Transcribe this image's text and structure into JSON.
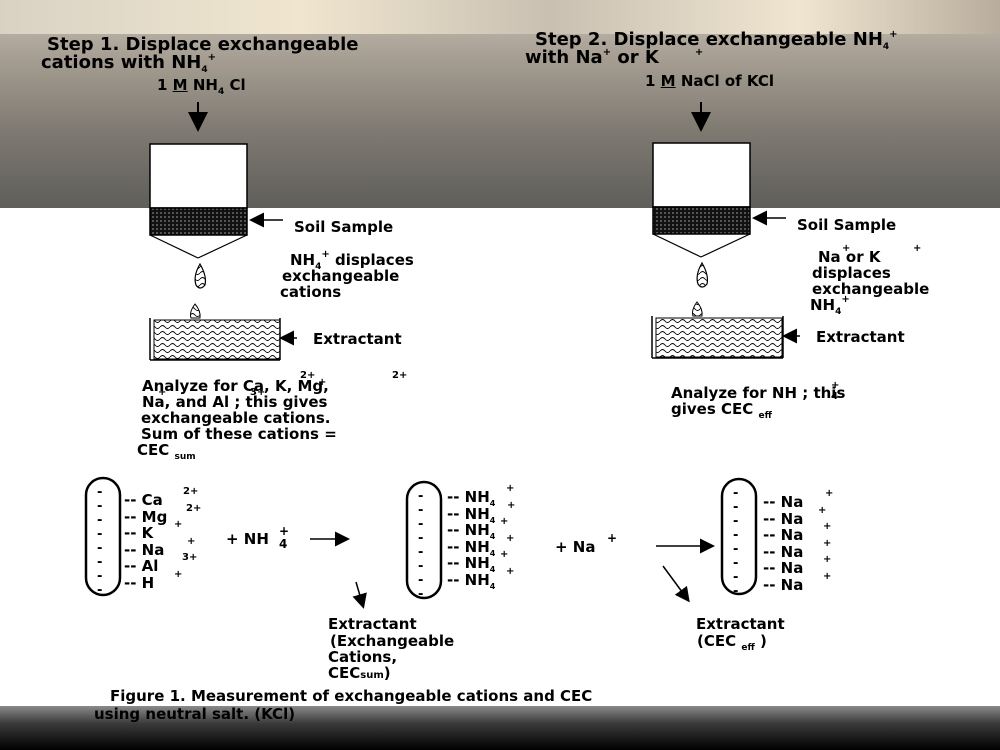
{
  "step1": {
    "line1": "Step 1. Displace exchangeable",
    "line2_main": "cations with NH",
    "line2_sub": "4",
    "line2_sup": "+",
    "reagent_num": "1",
    "reagent_unit": "M",
    "reagent_formula": "NH",
    "reagent_sub": "4",
    "reagent_rest": " Cl"
  },
  "step2": {
    "line1_main": "Step 2. Displace exchangeable NH",
    "line1_sub": "4",
    "line1_sup": "+",
    "line2_a": "with Na",
    "line2_plus1": "+",
    "line2_b": "or K",
    "line2_plus2": "+",
    "reagent_num": "1",
    "reagent_unit": "M",
    "reagent_rest": " NaCl of KCl"
  },
  "left_apparatus": {
    "soil_label": "Soil Sample",
    "displace_nh": "NH",
    "displace_sub": "4",
    "displace_sup": "+",
    "displace_rest": " displaces",
    "displace_l2": "exchangeable",
    "displace_l3": "cations",
    "extractant_label": "Extractant",
    "analyze_l1": "Analyze for  Ca,   K,  Mg,",
    "analyze_sup_ca": "2+",
    "analyze_sup_k": "+",
    "analyze_sup_mg": "2+",
    "analyze_l2": "Na,  and Al   ; this gives",
    "analyze_sup_na": "+",
    "analyze_sup_al": "3+",
    "analyze_l3": "exchangeable cations.",
    "analyze_l4": "Sum of these cations =",
    "analyze_l5": "CEC",
    "analyze_l5_sub": "sum"
  },
  "right_apparatus": {
    "soil_label": "Soil Sample",
    "displace_l1": "Na  or K",
    "displace_sup1": "+",
    "displace_sup2": "+",
    "displace_l2": "displaces",
    "displace_l3": "exchangeable",
    "displace_l4": "NH",
    "displace_l4_sub": "4",
    "displace_l4_sup": "+",
    "extractant_label": "Extractant",
    "analyze_l1": "Analyze for NH   ; this",
    "analyze_sub": "4",
    "analyze_sup": "+",
    "analyze_l2": "gives CEC",
    "analyze_l2_sub": "eff"
  },
  "colloid1": {
    "ions": [
      {
        "label": "-- Ca",
        "charge": "2+"
      },
      {
        "label": "-- Mg",
        "charge": "2+"
      },
      {
        "label": "-- K",
        "charge": "+"
      },
      {
        "label": "-- Na",
        "charge": "+"
      },
      {
        "label": "-- Al",
        "charge": "3+"
      },
      {
        "label": "-- H",
        "charge": "+"
      }
    ]
  },
  "reagent1": {
    "text": "+ NH",
    "sub": "4",
    "sup": "+"
  },
  "colloid2": {
    "ions": [
      {
        "label": "-- NH",
        "sub": "4",
        "charge": "+"
      },
      {
        "label": "-- NH",
        "sub": "4",
        "charge": "+"
      },
      {
        "label": "-- NH",
        "sub": "4",
        "charge": "+"
      },
      {
        "label": "-- NH",
        "sub": "4",
        "charge": "+"
      },
      {
        "label": "-- NH",
        "sub": "4",
        "charge": "+"
      },
      {
        "label": "-- NH",
        "sub": "4",
        "charge": "+"
      }
    ]
  },
  "reagent2": {
    "text": "+ Na",
    "sup": "+"
  },
  "colloid3": {
    "ions": [
      {
        "label": "-- Na",
        "charge": "+"
      },
      {
        "label": "-- Na",
        "charge": "+"
      },
      {
        "label": "-- Na",
        "charge": "+"
      },
      {
        "label": "-- Na",
        "charge": "+"
      },
      {
        "label": "-- Na",
        "charge": "+"
      },
      {
        "label": "-- Na",
        "charge": "+"
      }
    ]
  },
  "extractant1": {
    "l1": "Extractant",
    "l2": "(Exchangeable",
    "l3": "Cations,",
    "l4": "CEC",
    "l4_sub": "sum",
    "l4_end": ")"
  },
  "extractant2": {
    "l1": "Extractant",
    "l2": "(CEC",
    "l2_sub": "eff",
    "l2_end": "  )"
  },
  "caption": {
    "l1": "Figure 1. Measurement of exchangeable cations and CEC",
    "l2": "using neutral salt. (KCl)"
  }
}
